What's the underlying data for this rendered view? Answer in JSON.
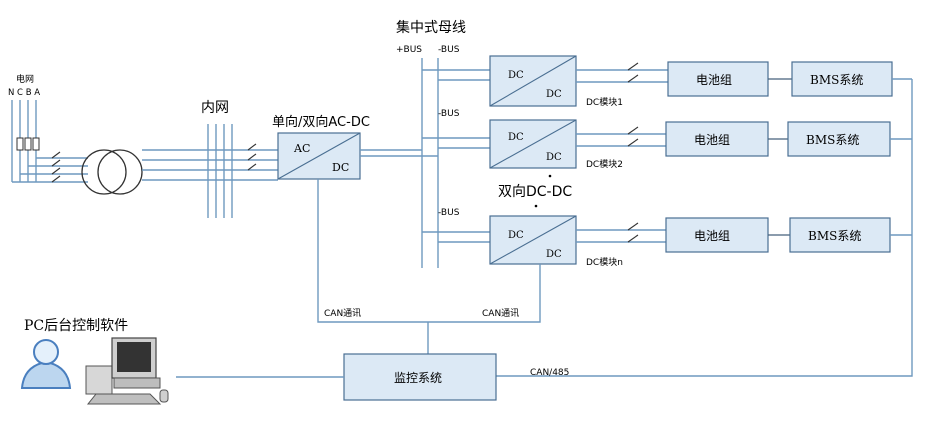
{
  "labels": {
    "grid": "电网",
    "phases": "N C B A",
    "inner_grid": "内网",
    "acdc_title": "单向/双向AC-DC",
    "bus_title": "集中式母线",
    "bus_plus": "+BUS",
    "bus_minus": "-BUS",
    "bidir_dcdc": "双向DC-DC",
    "can_comm": "CAN通讯",
    "can_485": "CAN/485",
    "pc_software": "PC后台控制软件"
  },
  "acdc_box": {
    "top": "AC",
    "bottom": "DC"
  },
  "dc_modules": [
    {
      "top": "DC",
      "bottom": "DC",
      "caption": "DC模块1",
      "minus_label": ""
    },
    {
      "top": "DC",
      "bottom": "DC",
      "caption": "DC模块2",
      "minus_label": "-BUS"
    },
    {
      "top": "DC",
      "bottom": "DC",
      "caption": "DC模块n",
      "minus_label": "-BUS"
    }
  ],
  "battery_label": "电池组",
  "bms_label": "BMS系统",
  "monitor_label": "监控系统"
}
